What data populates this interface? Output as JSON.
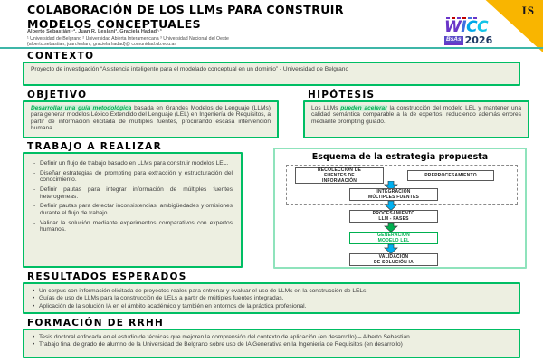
{
  "header": {
    "title_line1": "COLABORACIÓN DE LOS LLMs PARA CONSTRUIR",
    "title_line2": "MODELOS CONCEPTUALES",
    "authors": "Alberto Sebastián¹·², Juan R. Leslani³, Graciela Hadad¹·³",
    "affiliations": "¹ Universidad de Belgrano  ² Universidad Abierta Interamericana  ³ Universidad Nacional del Oeste",
    "emails": "{alberto.sebastian, juan.leslani, graciela.hadad}@ comunidad.ub.edu.ar",
    "corner_badge": "IS",
    "logo": {
      "word": "WICC",
      "w": "W",
      "i": "I",
      "c1": "C",
      "c2": "C",
      "place": "BsAs",
      "year": "2026"
    }
  },
  "sections": {
    "contexto": {
      "heading": "CONTEXTO",
      "body": "Proyecto de investigación “Asistencia inteligente para el modelado conceptual en un dominio” - Universidad de Belgrano"
    },
    "objetivo": {
      "heading": "OBJETIVO",
      "highlight": "Desarrollar una guía metodológica",
      "body": " basada en Grandes Modelos de Lenguaje (LLMs) para generar modelos Léxico Extendido del Lenguaje (LEL) en Ingeniería de Requisitos, a partir de información elicitada de múltiples fuentes, procurando escasa intervención humana."
    },
    "hipotesis": {
      "heading": "HIPÓTESIS",
      "body_pre": "Los LLMs ",
      "highlight": "pueden acelerar",
      "body_post": " la construcción del modelo LEL y mantener una calidad semántica comparable a la de expertos, reduciendo además errores mediante prompting guiado."
    },
    "trabajo": {
      "heading": "TRABAJO A REALIZAR",
      "bullets": [
        "Definir un flujo de trabajo basado en LLMs para construir modelos LEL.",
        "Diseñar estrategias de prompting para extracción y estructuración del conocimiento.",
        "Definir pautas para integrar información de múltiples fuentes heterogéneas.",
        "Definir pautas para detectar inconsistencias, ambigüedades y omisiones durante el flujo de trabajo.",
        "Validar la solución mediante experimentos comparativos con expertos humanos."
      ]
    },
    "esquema": {
      "title": "Esquema de la estrategia propuesta",
      "nodes": {
        "recoleccion": "RECOLECCIÓN DE\nFUENTES DE\nINFORMACIÓN",
        "preprocesamiento": "PREPROCESAMIENTO",
        "integracion": "INTEGRACIÓN\nMÚLTIPLES FUENTES",
        "procesamiento": "PROCESAMIENTO\nLLM - FASES",
        "generacion": "GENERACIÓN\nMODELO LEL",
        "validacion": "VALIDACIÓN\nDE SOLUCIÓN IA"
      }
    },
    "resultados": {
      "heading": "RESULTADOS ESPERADOS",
      "bullets": [
        "Un corpus con información elicitada de proyectos reales para entrenar y evaluar el uso de LLMs en la construcción de LELs.",
        "Guías de uso de LLMs para la construcción de LELs a partir de múltiples fuentes integradas.",
        "Aplicación de la solución IA en el ámbito académico y también en entornos de la práctica profesional."
      ]
    },
    "formacion": {
      "heading": "FORMACIÓN DE RRHH",
      "bullets": [
        "Tesis doctoral enfocada en el estudio de técnicas que mejoren la comprensión del contexto de aplicación (en desarrollo) – Alberto Sebastián",
        "Trabajo final de grado de alumno de la Universidad de Belgrano sobre uso de IA Generativa en la Ingeniería de Requisitos (en desarrollo)"
      ]
    }
  },
  "colors": {
    "box_border": "#00BE64",
    "box_bg": "#EDEFE1",
    "highlight_text": "#00A94F",
    "highlight_bg": "#CDF2D9",
    "teal_rule": "#3DB6A8",
    "esquema_border": "#8FE3BC",
    "arrow_blue": "#00B0F0",
    "arrow_green": "#00B050",
    "generacion_green": "#00B050",
    "corner_yellow": "#F9B500"
  }
}
